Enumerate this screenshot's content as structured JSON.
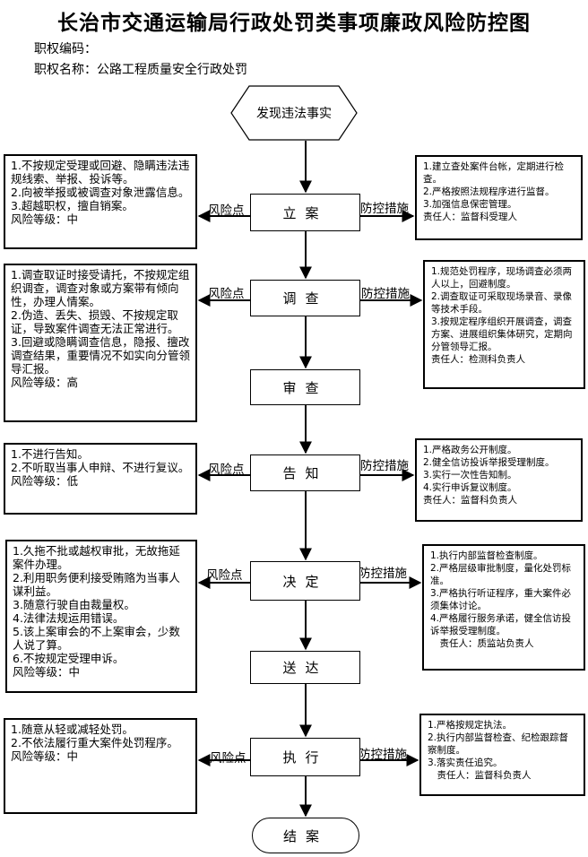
{
  "title": "长治市交通运输局行政处罚类事项廉政风险防控图",
  "meta": {
    "code_label": "职权编码：",
    "name_label": "职权名称：公路工程质量安全行政处罚"
  },
  "start_label": "发现违法事实",
  "end_label": "结案",
  "labels": {
    "risk": "风险点",
    "control": "防控措施"
  },
  "steps": [
    {
      "id": "lian",
      "label": "立案",
      "risk": [
        "1.不按规定受理或回避、隐瞒违法违规线索、举报、投诉等。",
        "2.向被举报或被调查对象泄露信息。",
        "3.超越职权，擅自销案。",
        "风险等级：中"
      ],
      "control": [
        "1.建立查处案件台帐，定期进行检查。",
        "2.严格按照法规程序进行监督。",
        "3.加强信息保密管理。",
        "责任人：监督科受理人"
      ]
    },
    {
      "id": "diaocha",
      "label": "调查",
      "risk": [
        "1.调查取证时接受请托，不按规定组织调查，调查对象或方案带有倾向性，办理人情案。",
        "2.伪造、丢失、损毁、不按规定取证，导致案件调查无法正常进行。",
        "3.回避或隐瞒调查信息，隐报、擅改调查结果，重要情况不如实向分管领导汇报。",
        "风险等级：高"
      ],
      "control": [
        "1.规范处罚程序，现场调查必须两人以上，回避制度。",
        "2.调查取证可采取现场录音、录像等技术手段。",
        "3.按规定程序组织开展调查，调查方案、进展组织集体研究，定期向分管领导汇报。",
        "责任人：检测科负责人"
      ]
    },
    {
      "id": "shencha",
      "label": "审查"
    },
    {
      "id": "gaozhi",
      "label": "告知",
      "risk": [
        "1.不进行告知。",
        "2.不听取当事人申辩、不进行复议。",
        "风险等级：低"
      ],
      "control": [
        "1.严格政务公开制度。",
        "2.健全信访投诉举报受理制度。",
        "3.实行一次性告知制。",
        "4.实行申诉复议制度。",
        "责任人：监督科负责人"
      ]
    },
    {
      "id": "jueding",
      "label": "决定",
      "risk": [
        "1.久拖不批或越权审批，无故拖延案件办理。",
        "2.利用职务便利接受贿赂为当事人谋利益。",
        "3.随意行驶自由裁量权。",
        "4.法律法规运用错误。",
        "5.该上案审会的不上案审会，少数人说了算。",
        "6.不按规定受理申诉。",
        "风险等级：中"
      ],
      "control": [
        "1.执行内部监督检查制度。",
        "2.严格层级审批制度，量化处罚标准。",
        "3.严格执行听证程序，重大案件必须集体讨论。",
        "4.严格履行服务承诺，健全信访投诉举报受理制度。",
        "　责任人：质监站负责人"
      ]
    },
    {
      "id": "songda",
      "label": "送达"
    },
    {
      "id": "zhixing",
      "label": "执行",
      "risk": [
        "1.随意从轻或减轻处罚。",
        "2.不依法履行重大案件处罚程序。",
        "风险等级：中"
      ],
      "control": [
        "1.严格按规定执法。",
        "2.执行内部监督检查、纪检跟踪督察制度。",
        "3.落实责任追究。",
        "　责任人：监督科负责人"
      ]
    }
  ]
}
